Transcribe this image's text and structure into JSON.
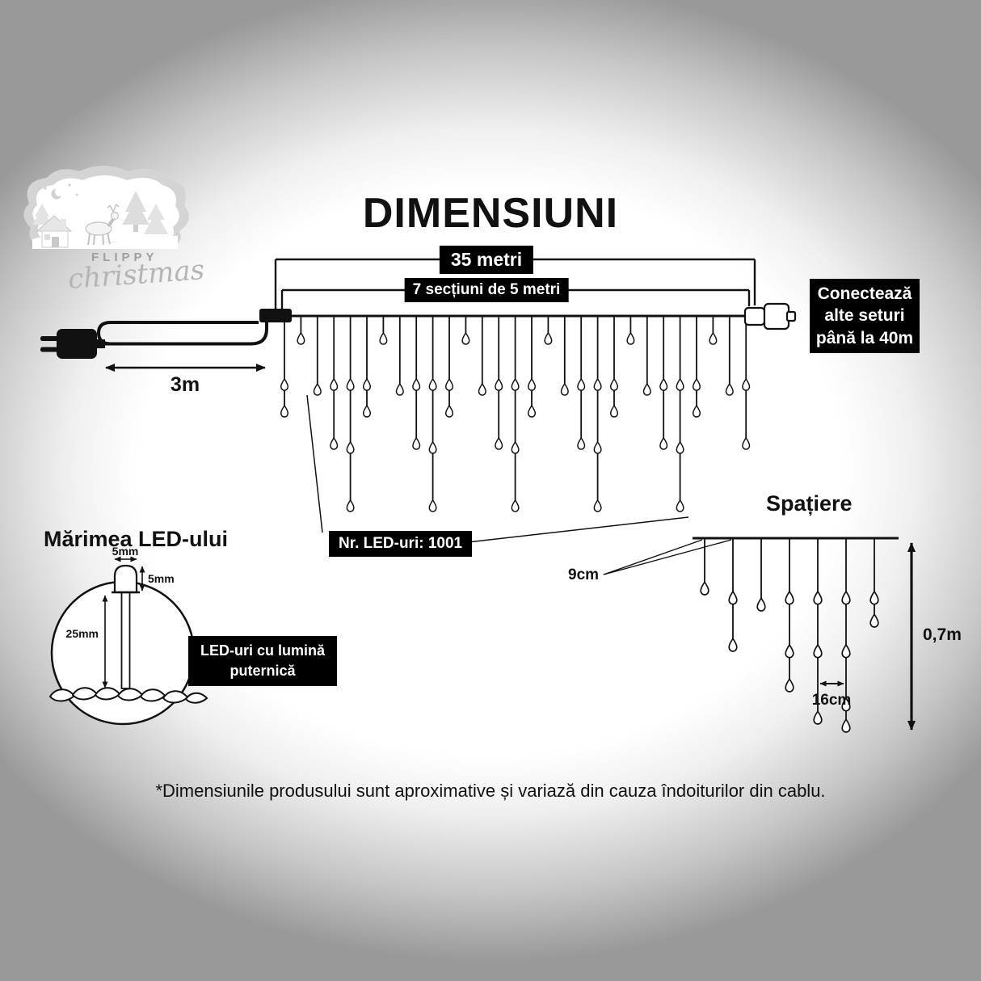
{
  "title": "DIMENSIUNI",
  "logo": {
    "brand": "FLIPPY",
    "script": "christmas"
  },
  "dims": {
    "total_length": "35 metri",
    "sections": "7 secțiuni de 5 metri",
    "lead_length": "3m",
    "connect_note": "Conectează alte seturi până la 40m",
    "led_count": "Nr. LED-uri: 1001"
  },
  "led_size": {
    "heading": "Mărimea LED-ului",
    "cap_width": "5mm",
    "cap_height": "5mm",
    "body_length": "25mm",
    "note": "LED-uri cu lumină puternică"
  },
  "spacing": {
    "heading": "Spațiere",
    "drop_gap": "9cm",
    "led_gap": "16cm",
    "drop_height": "0,7m"
  },
  "footnote": "*Dimensiunile produsului sunt aproximative și variază din cauza îndoiturilor din cablu.",
  "colors": {
    "ink": "#111111",
    "box_bg": "#000000",
    "box_text": "#ffffff"
  }
}
